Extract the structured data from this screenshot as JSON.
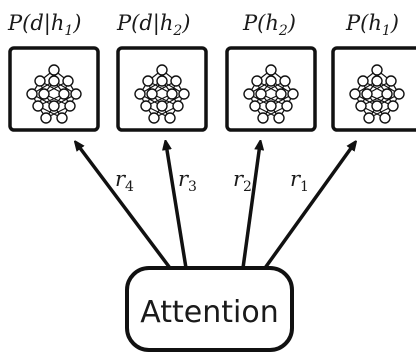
{
  "model_labels": [
    {
      "prefix": "P(d|h",
      "sub": "1",
      "suffix": ")"
    },
    {
      "prefix": "P(d|h",
      "sub": "2",
      "suffix": ")"
    },
    {
      "prefix": "P(h",
      "sub": "2",
      "suffix": ")"
    },
    {
      "prefix": "P(h",
      "sub": "1",
      "suffix": ")"
    }
  ],
  "edge_labels": [
    {
      "base": "r",
      "sub": "4"
    },
    {
      "base": "r",
      "sub": "3"
    },
    {
      "base": "r",
      "sub": "2"
    },
    {
      "base": "r",
      "sub": "1"
    }
  ],
  "attention_label": "Attention",
  "icons": [
    "neural-network-icon",
    "neural-network-icon",
    "neural-network-icon",
    "neural-network-icon"
  ]
}
